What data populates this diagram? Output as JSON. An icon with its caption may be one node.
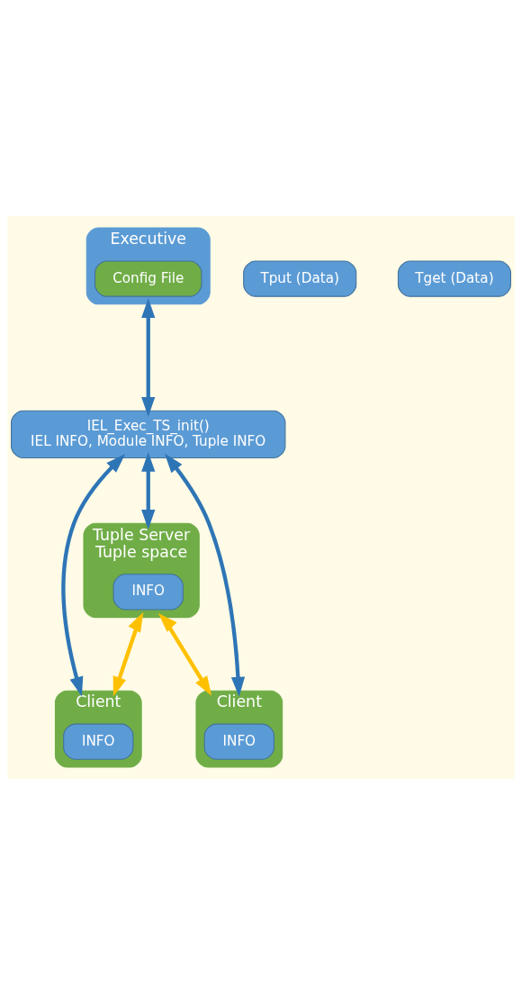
{
  "diagram": {
    "nodes": [
      {
        "text": [
          "Executive"
        ]
      },
      {
        "text": [
          "Config File"
        ],
        "in": 0
      },
      {
        "text": [
          "IEL_Exec_TS_init()",
          "IEL INFO, Module INFO, Tuple INFO"
        ]
      },
      {
        "text": [
          "Tuple Server",
          "Tuple space"
        ]
      },
      {
        "text": [
          "INFO"
        ],
        "in": 3
      },
      {
        "text": [
          "Client"
        ]
      },
      {
        "text": [
          "INFO"
        ],
        "in": 5
      },
      {
        "text": [
          "Client"
        ]
      },
      {
        "text": [
          "INFO"
        ],
        "in": 7
      },
      {
        "text": [
          "Tput (Data)"
        ]
      },
      {
        "text": [
          "Tget (Data)"
        ]
      }
    ],
    "edges": [
      {
        "from": 0,
        "to": 2,
        "arrow": "both"
      },
      {
        "from": 2,
        "to": 3,
        "arrow": "both"
      },
      {
        "from": 2,
        "to": 5,
        "arrow": "both"
      },
      {
        "from": 2,
        "to": 7,
        "arrow": "both"
      },
      {
        "from": 3,
        "to": 5,
        "arrow": "both",
        "color": "#ffc000"
      },
      {
        "from": 3,
        "to": 7,
        "arrow": "both",
        "color": "#ffc000"
      }
    ]
  }
}
